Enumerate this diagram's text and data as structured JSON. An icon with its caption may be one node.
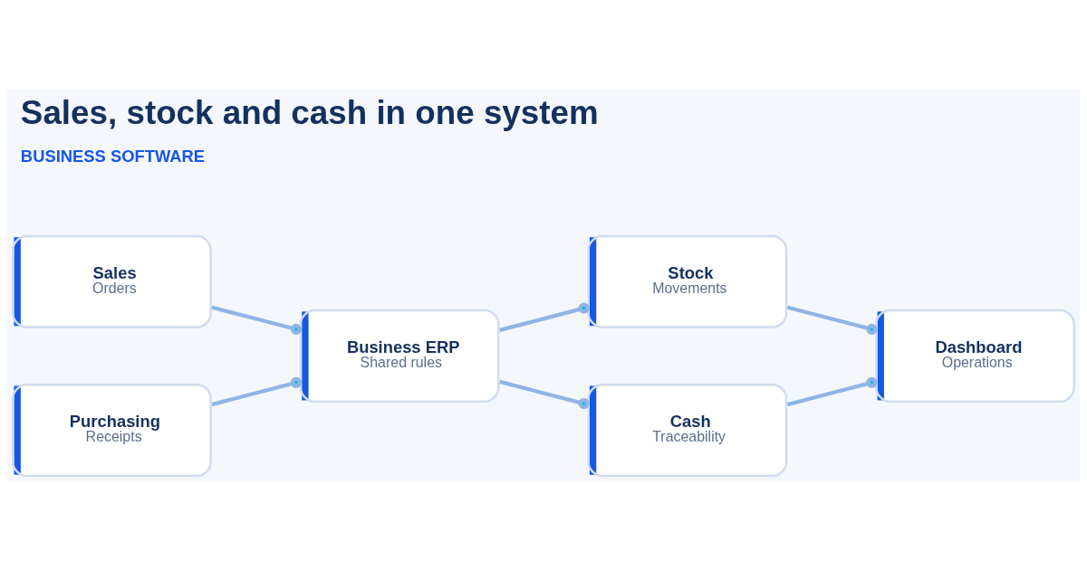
{
  "diagram": {
    "title": "Sales, stock and cash in one system",
    "nodes": [
      {
        "text": [
          "Sales",
          "Orders"
        ]
      },
      {
        "text": [
          "Purchasing",
          "Receipts"
        ]
      },
      {
        "text": [
          "Business ERP",
          "Shared rules"
        ]
      },
      {
        "text": [
          "Stock",
          "Movements"
        ]
      },
      {
        "text": [
          "Cash",
          "Traceability"
        ]
      },
      {
        "text": [
          "Dashboard",
          "Operations"
        ]
      }
    ],
    "edges": [
      {
        "from": 0,
        "to": 2,
        "arrow": "other"
      },
      {
        "from": 1,
        "to": 2,
        "arrow": "other"
      },
      {
        "from": 2,
        "to": 3,
        "arrow": "other"
      },
      {
        "from": 2,
        "to": 4,
        "arrow": "other"
      },
      {
        "from": 3,
        "to": 5,
        "arrow": "other"
      },
      {
        "from": 4,
        "to": 5,
        "arrow": "other"
      }
    ],
    "labels": [
      "BUSINESS SOFTWARE"
    ]
  }
}
